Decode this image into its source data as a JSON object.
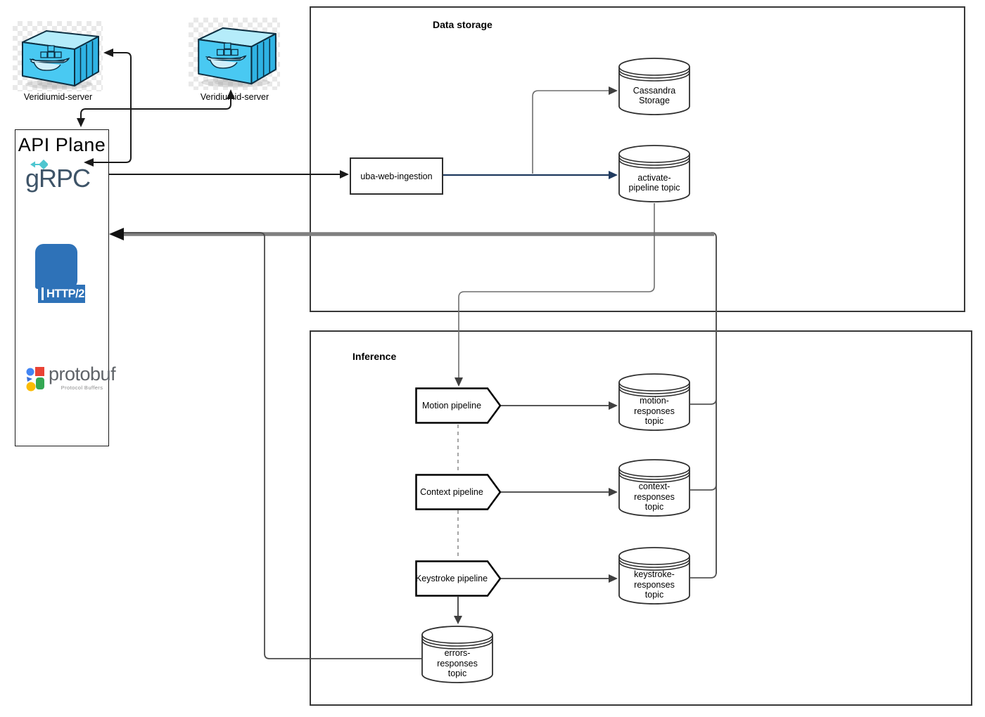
{
  "containers": {
    "left": {
      "label": "Veridiumid-server"
    },
    "right": {
      "label": "Veridiumid-server"
    }
  },
  "api_plane": {
    "title": "API Plane",
    "grpc_text": "gRPC",
    "http2_text": "HTTP/2",
    "protobuf_text": "protobuf",
    "protobuf_subtext": "Protocol Buffers"
  },
  "groups": {
    "data_storage": {
      "title": "Data storage"
    },
    "inference": {
      "title": "Inference"
    }
  },
  "nodes": {
    "uba": {
      "label": "uba-web-ingestion"
    },
    "cassandra": {
      "lines": [
        "Cassandra",
        "Storage"
      ]
    },
    "activate": {
      "lines": [
        "activate-",
        "pipeline topic"
      ]
    },
    "motion_topic": {
      "lines": [
        "motion-",
        "responses",
        "topic"
      ]
    },
    "context_topic": {
      "lines": [
        "context-",
        "responses",
        "topic"
      ]
    },
    "keystroke_topic": {
      "lines": [
        "keystroke-",
        "responses",
        "topic"
      ]
    },
    "errors_topic": {
      "lines": [
        "errors-",
        "responses",
        "topic"
      ]
    }
  },
  "pipelines": {
    "motion": {
      "label": "Motion pipeline"
    },
    "context": {
      "label": "Context pipeline"
    },
    "keystroke": {
      "label": "Keystroke pipeline"
    }
  },
  "colors": {
    "connector_navy": "#1f3a5f",
    "connector_gray": "#6e6e6e",
    "connector_dark": "#3f3f3f",
    "bundle_gray": "#7f7f7f",
    "grpc_slate": "#3e5468",
    "grpc_accent": "#4fc6d0",
    "http2_blue": "#2e72b8",
    "docker_cyan": "#49c9f2",
    "proto_red": "#ea4335",
    "proto_green": "#34a853",
    "proto_yellow": "#fbbc05",
    "proto_blue": "#4285f4"
  }
}
